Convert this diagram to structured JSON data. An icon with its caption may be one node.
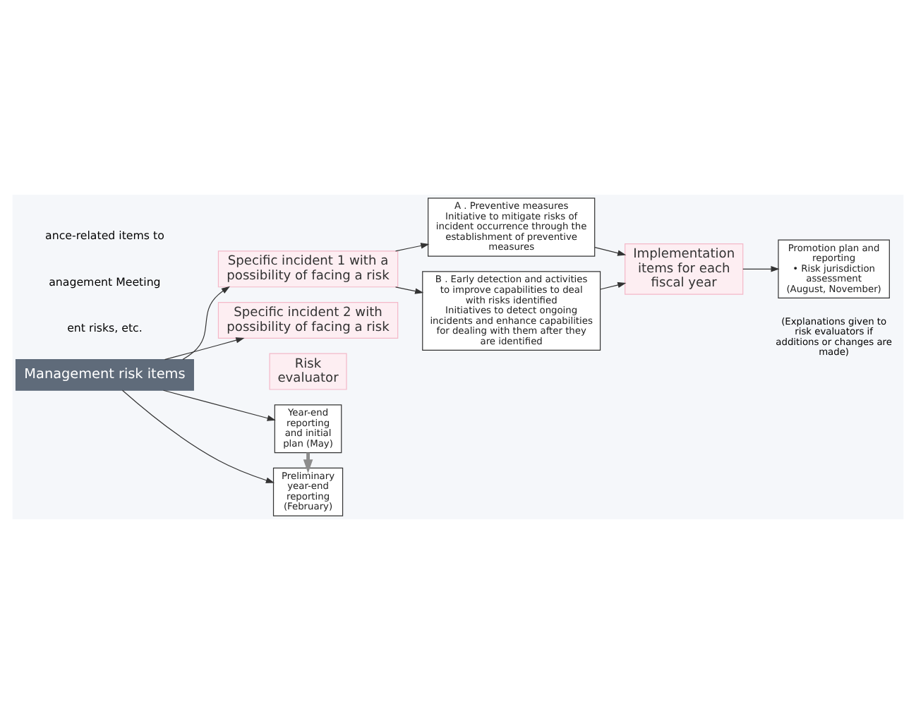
{
  "diagram": {
    "nodes": [
      {
        "text": [
          "Management risk items"
        ]
      },
      {
        "text": [
          "Specific incident 1 with a possibility of facing a risk"
        ]
      },
      {
        "text": [
          "A . Preventive measures",
          "Initiative to mitigate risks of incident occurrence through the establishment of preventive measures"
        ]
      },
      {
        "text": [
          "B . Early detection and activities to improve capabilities to deal with risks identified",
          "Initiatives to detect ongoing incidents and enhance capabilities for dealing with them after they are identified"
        ]
      },
      {
        "text": [
          "Specific incident 2 with possibility of facing a risk"
        ]
      },
      {
        "text": [
          "Implementation items for each fiscal year"
        ]
      },
      {
        "text": [
          "Promotion plan and reporting",
          "• Risk jurisdiction assessment",
          "(August, November)"
        ],
        "beside": [
          "(Explanations given to risk evaluators if additions or changes are made)"
        ]
      },
      {
        "text": [
          "Risk evaluator"
        ]
      },
      {
        "text": [
          "Year-end reporting and initial plan (May)"
        ]
      },
      {
        "text": [
          "Preliminary year-end reporting (February)"
        ]
      }
    ],
    "edges": [
      {
        "from": 0,
        "to": 1,
        "arrow": "to"
      },
      {
        "from": 0,
        "to": 4,
        "arrow": "to"
      },
      {
        "from": 1,
        "to": 2,
        "arrow": "to"
      },
      {
        "from": 1,
        "to": 3,
        "arrow": "to"
      },
      {
        "from": 2,
        "to": 5,
        "arrow": "to"
      },
      {
        "from": 3,
        "to": 5,
        "arrow": "to"
      },
      {
        "from": 5,
        "to": 6,
        "arrow": "to"
      },
      {
        "from": 0,
        "to": 8,
        "arrow": "to"
      },
      {
        "from": 0,
        "to": 9,
        "arrow": "to"
      },
      {
        "from": 8,
        "to": 9,
        "arrow": "to",
        "style": "thick",
        "color": "#8c8c8c"
      }
    ],
    "labels": [
      "ance-related items to",
      "anagement Meeting",
      "ent risks, etc."
    ]
  }
}
